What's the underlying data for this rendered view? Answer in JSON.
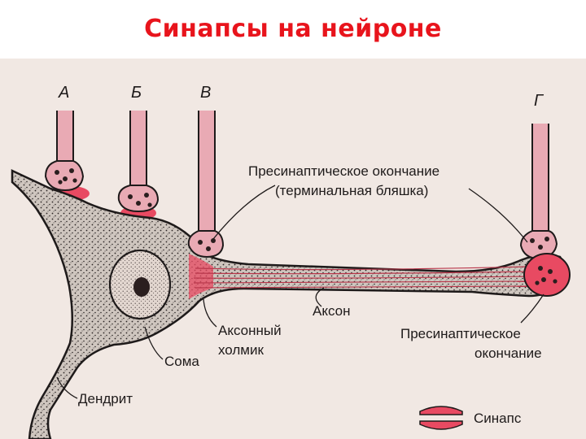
{
  "title": "Синапсы на нейроне",
  "letters": {
    "a": "А",
    "b": "Б",
    "v": "В",
    "g": "Г"
  },
  "labels": {
    "presynaptic_terminal_line1": "Пресинаптическое окончание",
    "presynaptic_terminal_line2": "(терминальная бляшка)",
    "axon": "Аксон",
    "axon_hillock_line1": "Аксонный",
    "axon_hillock_line2": "холмик",
    "presynaptic_ending_line1": "Пресинаптическое",
    "presynaptic_ending_line2": "окончание",
    "soma": "Сома",
    "dendrite": "Дендрит",
    "synapse_legend": "Синапс"
  },
  "colors": {
    "title": "#e8141c",
    "synapse": "#e84a62",
    "cell_fill": "#cfc6bf",
    "background": "#f1e8e3",
    "ink": "#1e1a1a"
  }
}
